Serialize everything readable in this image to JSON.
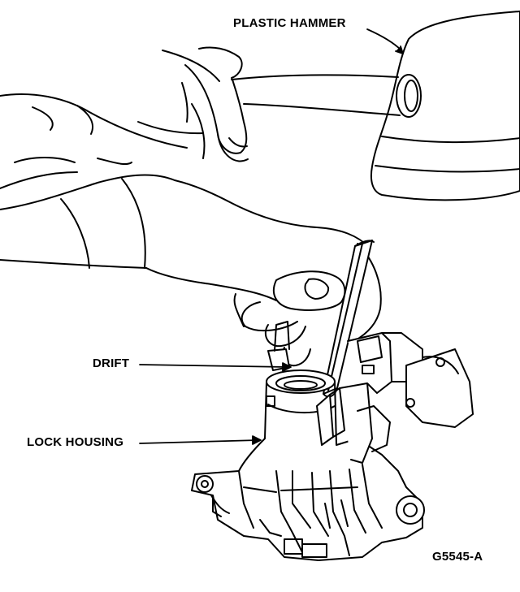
{
  "labels": {
    "plastic_hammer": "PLASTIC HAMMER",
    "drift": "DRIFT",
    "lock_housing": "LOCK HOUSING",
    "figure_id": "G5545-A"
  },
  "colors": {
    "line": "#000000",
    "background": "#ffffff"
  }
}
